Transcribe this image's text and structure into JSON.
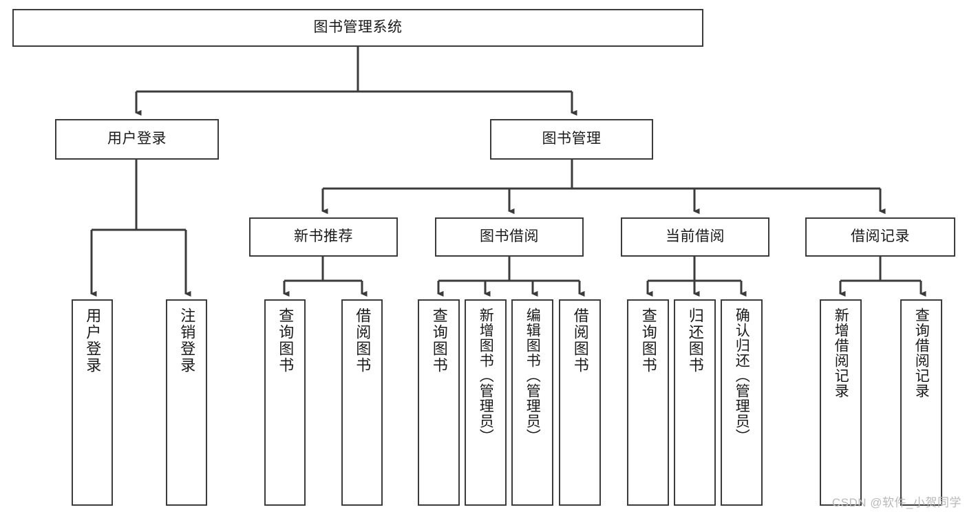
{
  "diagram": {
    "title": "图书管理系统",
    "type": "tree-hierarchy-chart",
    "stroke_color": "#3b3b3b",
    "fill_color": "#ffffff",
    "text_color": "#1a1a1a"
  },
  "nodes": {
    "root": {
      "label": "图书管理系统"
    },
    "level2": [
      {
        "id": "user-login",
        "label": "用户登录"
      },
      {
        "id": "book-manage",
        "label": "图书管理"
      }
    ],
    "level3": [
      {
        "id": "new-book-recommend",
        "label": "新书推荐"
      },
      {
        "id": "book-borrow",
        "label": "图书借阅"
      },
      {
        "id": "current-borrow",
        "label": "当前借阅"
      },
      {
        "id": "borrow-record",
        "label": "借阅记录"
      }
    ],
    "leaves": {
      "user_login": [
        {
          "id": "leaf-user-login",
          "label": "用户登录"
        },
        {
          "id": "leaf-logout-login",
          "label": "注销登录"
        }
      ],
      "new_book_recommend": [
        {
          "id": "leaf-query-book-1",
          "label": "查询图书"
        },
        {
          "id": "leaf-borrow-book-1",
          "label": "借阅图书"
        }
      ],
      "book_borrow": [
        {
          "id": "leaf-query-book-2",
          "label": "查询图书"
        },
        {
          "id": "leaf-add-book",
          "label": "新增图书（管理员）"
        },
        {
          "id": "leaf-edit-book",
          "label": "编辑图书（管理员）"
        },
        {
          "id": "leaf-borrow-book-2",
          "label": "借阅图书"
        }
      ],
      "current_borrow": [
        {
          "id": "leaf-query-book-3",
          "label": "查询图书"
        },
        {
          "id": "leaf-return-book",
          "label": "归还图书"
        },
        {
          "id": "leaf-confirm-return",
          "label": "确认归还（管理员）"
        }
      ],
      "borrow_record": [
        {
          "id": "leaf-add-record",
          "label": "新增借阅记录"
        },
        {
          "id": "leaf-query-record",
          "label": "查询借阅记录"
        }
      ]
    }
  },
  "watermark": {
    "text": "CSDN @软件_小贺同学"
  }
}
